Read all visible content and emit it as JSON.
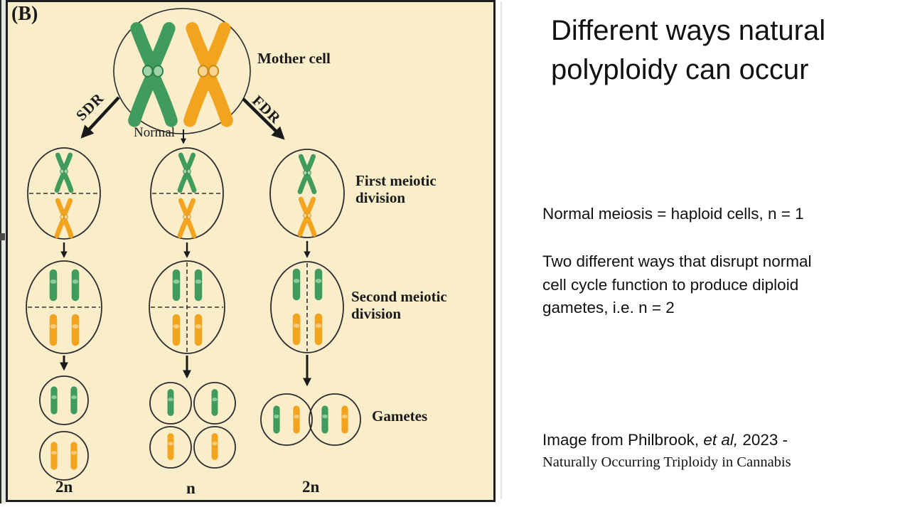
{
  "slide": {
    "title": "Different ways natural\npolyploidy can occur",
    "body_line": "Normal meiosis = haploid cells, n = 1",
    "body_paragraph": "Two different ways that disrupt normal\ncell cycle function to produce diploid\ngametes, i.e. n = 2",
    "citation": {
      "part1": "Image from Philbrook, ",
      "part2_italic": "et al, ",
      "part3": "2023 -",
      "line2": "Naturally Occurring Triploidy in Cannabis"
    }
  },
  "diagram": {
    "panel_label": "(B)",
    "labels": {
      "mother_cell": "Mother cell",
      "sdr": "SDR",
      "fdr": "FDR",
      "normal": "Normal",
      "first_division": "First meiotic\ndivision",
      "second_division": "Second meiotic\ndivision",
      "gametes": "Gametes",
      "ploidy_sdr": "2n",
      "ploidy_normal": "n",
      "ploidy_fdr": "2n"
    },
    "colors": {
      "panel_background": "#f9edca",
      "chromosome_green": "#3f9c5c",
      "chromosome_green_light": "#9fd3a8",
      "chromosome_orange": "#f2a41f",
      "chromosome_orange_light": "#f9d48e",
      "outline": "#1a1a1a"
    }
  }
}
